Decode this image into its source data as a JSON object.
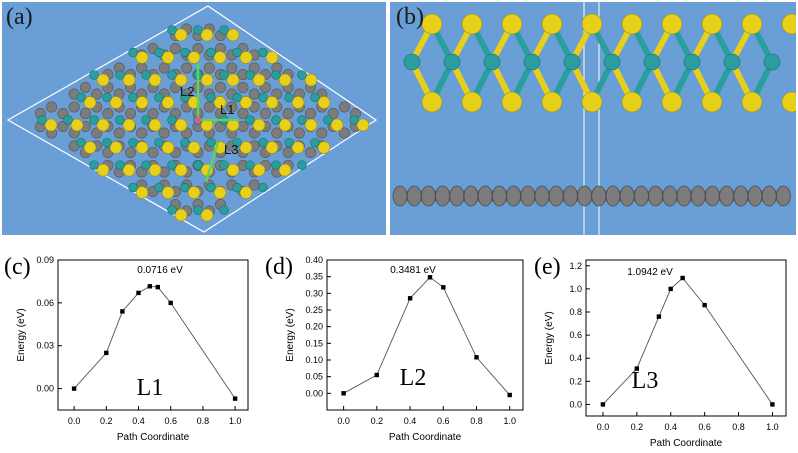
{
  "panels": {
    "a": {
      "letter": "(a)",
      "path_labels": [
        "L2",
        "L1",
        "L3"
      ]
    },
    "b": {
      "letter": "(b)"
    }
  },
  "colors": {
    "background_blue": "#6a9ed6",
    "sulfur": "#e8d01a",
    "molybdenum": "#2a9e9e",
    "carbon": "#7c7c7c",
    "arrow": "#5bd65b",
    "line": "#555555",
    "marker": "#000000"
  },
  "chart_data": [
    {
      "panel": "(c)",
      "type": "line",
      "annotation": "0.0716 eV",
      "path_label": "L1",
      "xlabel": "Path Coordinate",
      "ylabel": "Energy (eV)",
      "xlim": [
        -0.1,
        1.08
      ],
      "ylim": [
        -0.015,
        0.09
      ],
      "xticks": [
        "0.0",
        "0.2",
        "0.4",
        "0.6",
        "0.8",
        "1.0"
      ],
      "yticks": [
        "0.00",
        "0.03",
        "0.06",
        "0.09"
      ],
      "xtick_values": [
        0,
        0.2,
        0.4,
        0.6,
        0.8,
        1.0
      ],
      "ytick_values": [
        0,
        0.03,
        0.06,
        0.09
      ],
      "x": [
        0.0,
        0.2,
        0.3,
        0.4,
        0.47,
        0.52,
        0.6,
        1.0
      ],
      "y": [
        0.0,
        0.025,
        0.054,
        0.067,
        0.0716,
        0.071,
        0.06,
        -0.007
      ]
    },
    {
      "panel": "(d)",
      "type": "line",
      "annotation": "0.3481 eV",
      "path_label": "L2",
      "xlabel": "Path Coordinate",
      "ylabel": "Energy (eV)",
      "xlim": [
        -0.1,
        1.08
      ],
      "ylim": [
        -0.05,
        0.4
      ],
      "xticks": [
        "0.0",
        "0.2",
        "0.4",
        "0.6",
        "0.8",
        "1.0"
      ],
      "yticks": [
        "0.00",
        "0.05",
        "0.10",
        "0.15",
        "0.20",
        "0.25",
        "0.30",
        "0.35",
        "0.40"
      ],
      "xtick_values": [
        0,
        0.2,
        0.4,
        0.6,
        0.8,
        1.0
      ],
      "ytick_values": [
        0,
        0.05,
        0.1,
        0.15,
        0.2,
        0.25,
        0.3,
        0.35,
        0.4
      ],
      "x": [
        0.0,
        0.2,
        0.4,
        0.52,
        0.6,
        0.8,
        1.0
      ],
      "y": [
        0.0,
        0.055,
        0.285,
        0.3481,
        0.318,
        0.108,
        -0.005
      ]
    },
    {
      "panel": "(e)",
      "type": "line",
      "annotation": "1.0942 eV",
      "path_label": "L3",
      "xlabel": "Path Coordinate",
      "ylabel": "Energy (eV)",
      "xlim": [
        -0.1,
        1.08
      ],
      "ylim": [
        -0.1,
        1.25
      ],
      "xticks": [
        "0.0",
        "0.2",
        "0.4",
        "0.6",
        "0.8",
        "1.0"
      ],
      "yticks": [
        "0.0",
        "0.2",
        "0.4",
        "0.6",
        "0.8",
        "1.0",
        "1.2"
      ],
      "xtick_values": [
        0,
        0.2,
        0.4,
        0.6,
        0.8,
        1.0
      ],
      "ytick_values": [
        0,
        0.2,
        0.4,
        0.6,
        0.8,
        1.0,
        1.2
      ],
      "x": [
        0.0,
        0.2,
        0.33,
        0.4,
        0.47,
        0.6,
        1.0
      ],
      "y": [
        0.0,
        0.31,
        0.76,
        1.0,
        1.0942,
        0.86,
        0.0
      ]
    }
  ]
}
